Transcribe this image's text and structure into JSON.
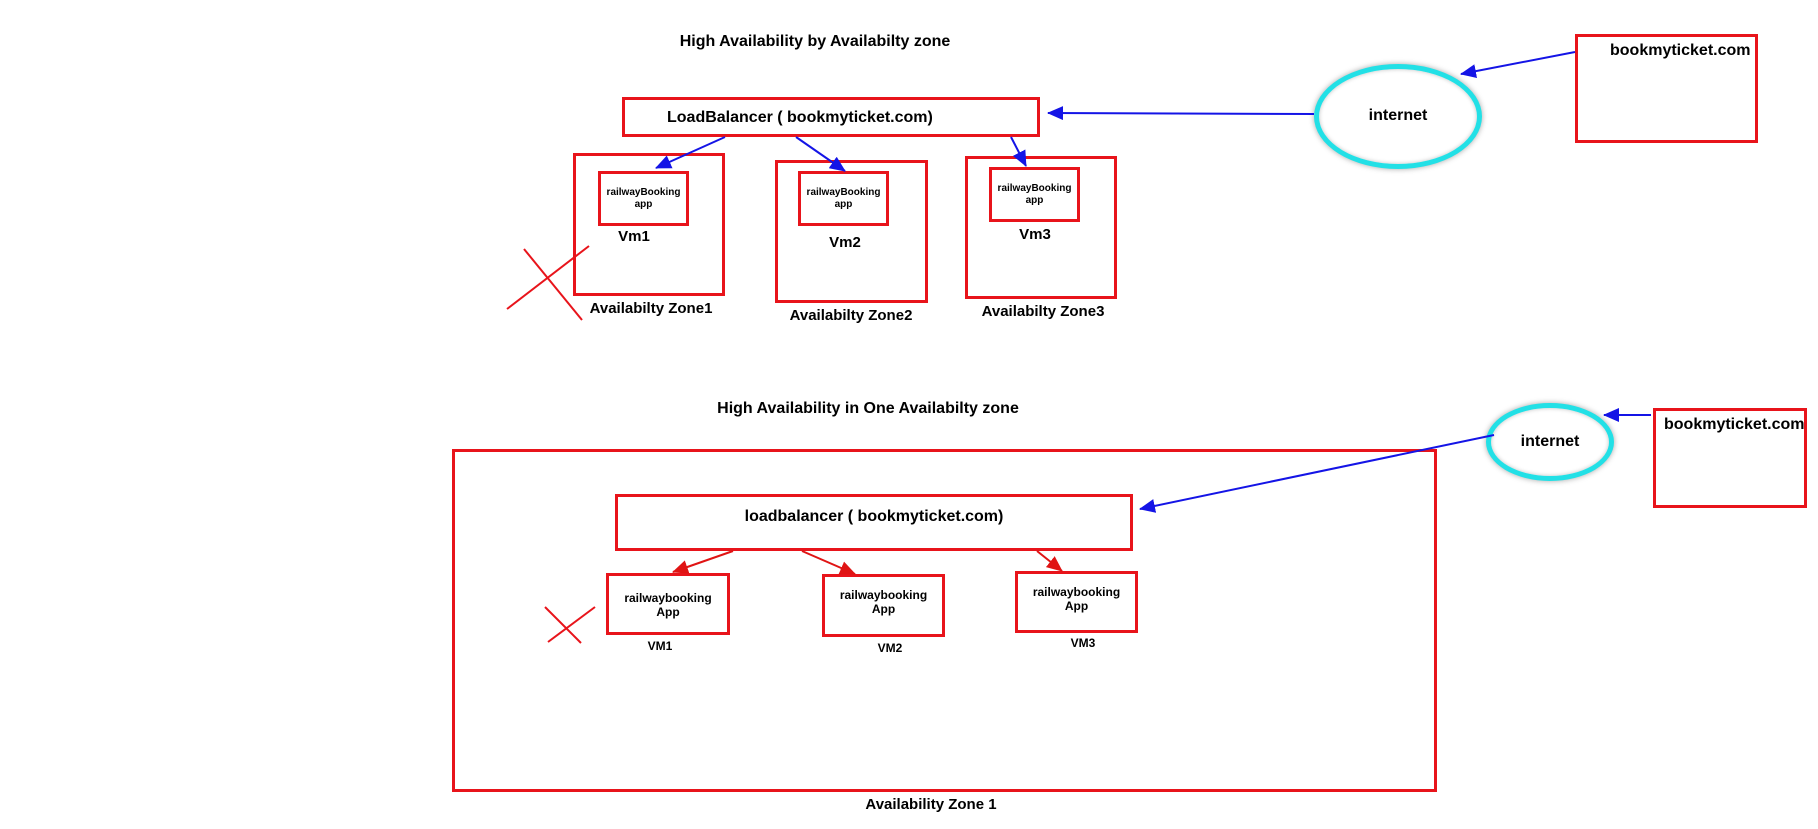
{
  "top": {
    "title": "High Availability by Availabilty zone",
    "load_balancer": "LoadBalancer ( bookmyticket.com)",
    "internet": "internet",
    "site": "bookmyticket.com",
    "zones": [
      {
        "app": "railwayBooking\napp",
        "vm": "Vm1",
        "zone": "Availabilty Zone1",
        "failed": true
      },
      {
        "app": "railwayBooking\napp",
        "vm": "Vm2",
        "zone": "Availabilty Zone2",
        "failed": false
      },
      {
        "app": "railwayBooking\napp",
        "vm": "Vm3",
        "zone": "Availabilty Zone3",
        "failed": false
      }
    ]
  },
  "bottom": {
    "title": "High Availability in One Availabilty zone",
    "load_balancer": "loadbalancer ( bookmyticket.com)",
    "internet": "internet",
    "site": "bookmyticket.com",
    "zone": "Availability Zone 1",
    "vms": [
      {
        "app": "railwaybooking\nApp",
        "vm": "VM1",
        "failed": true
      },
      {
        "app": "railwaybooking\nApp",
        "vm": "VM2",
        "failed": false
      },
      {
        "app": "railwaybooking\nApp",
        "vm": "VM3",
        "failed": false
      }
    ]
  },
  "colors": {
    "box_border": "#e8141b",
    "internet_ring": "#22e0e6",
    "arrow_internet": "#1414e6",
    "arrow_lb_bottom": "#e01414"
  }
}
